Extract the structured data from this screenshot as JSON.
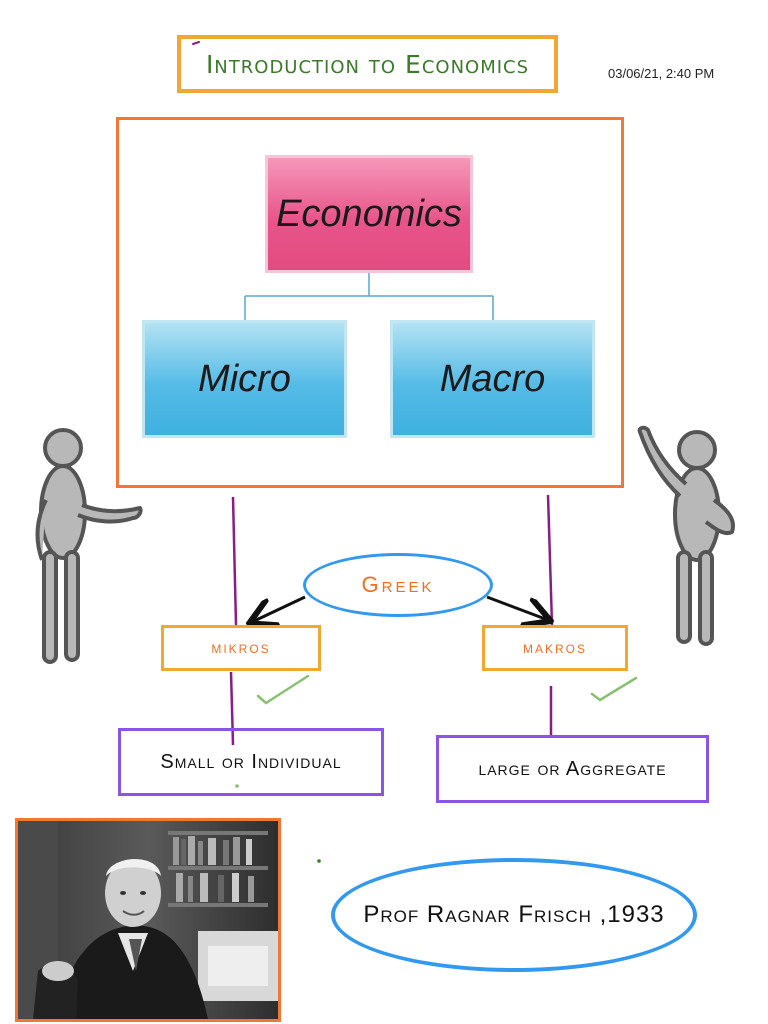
{
  "header": {
    "title": "Introduction to Economics",
    "timestamp": "03/06/21, 2:40 PM"
  },
  "diagram": {
    "root": "Economics",
    "left_branch": "Micro",
    "right_branch": "Macro"
  },
  "origin": {
    "greek_label": "Greek",
    "left_word": "mikros",
    "right_word": "makros"
  },
  "meanings": {
    "left": "Small or Individual",
    "right": "large or Aggregate"
  },
  "credit": {
    "author": "Prof Ragnar Frisch ,1933"
  },
  "colors": {
    "title_text": "#3c7a2a",
    "orange_border": "#f07830",
    "yellow_border": "#f0a830",
    "blue_border": "#3399ee",
    "purple_border": "#8a55e6",
    "purple_line": "#8a1c8a",
    "green_check": "#88c070",
    "figure_gray": "#b8b8b8"
  }
}
